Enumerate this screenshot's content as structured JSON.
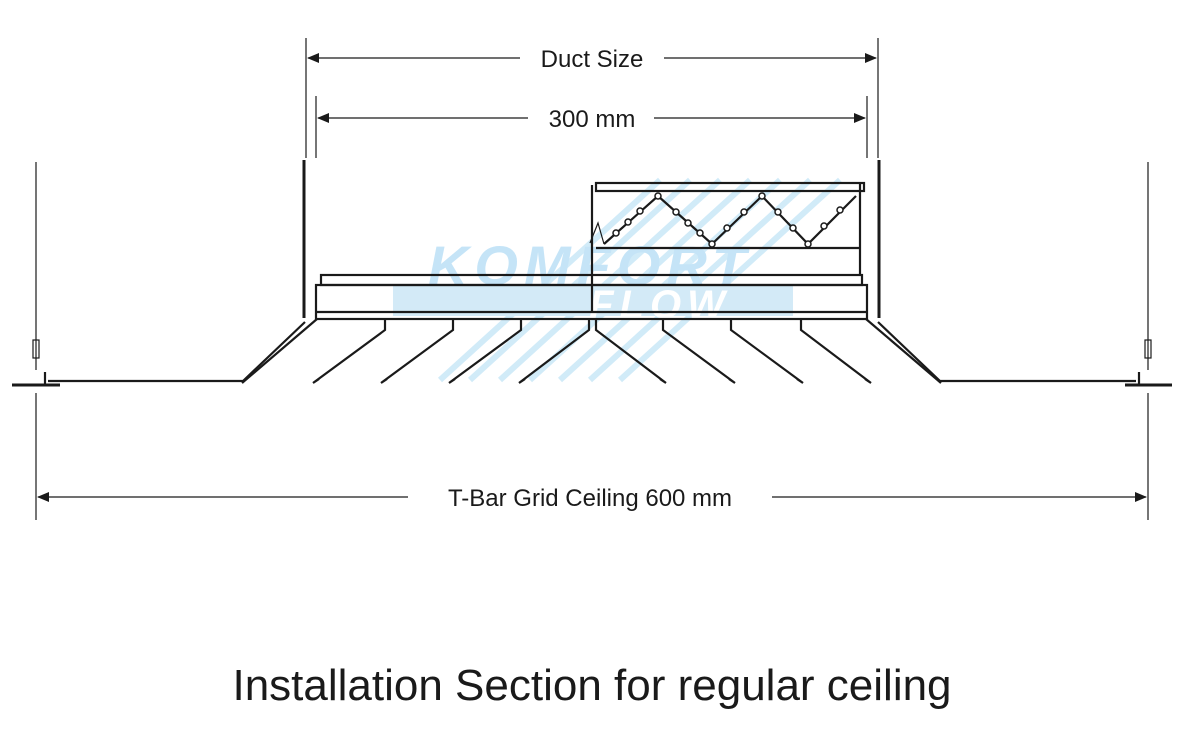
{
  "labels": {
    "duct_size": "Duct Size",
    "neck_size": "300 mm",
    "ceiling": "T-Bar Grid Ceiling 600 mm",
    "caption": "Installation Section for regular ceiling"
  },
  "watermark": {
    "line1": "KOMFORT",
    "line2": "FLOW",
    "color": "#bfe2f7"
  },
  "colors": {
    "ink": "#1a1a1a"
  }
}
